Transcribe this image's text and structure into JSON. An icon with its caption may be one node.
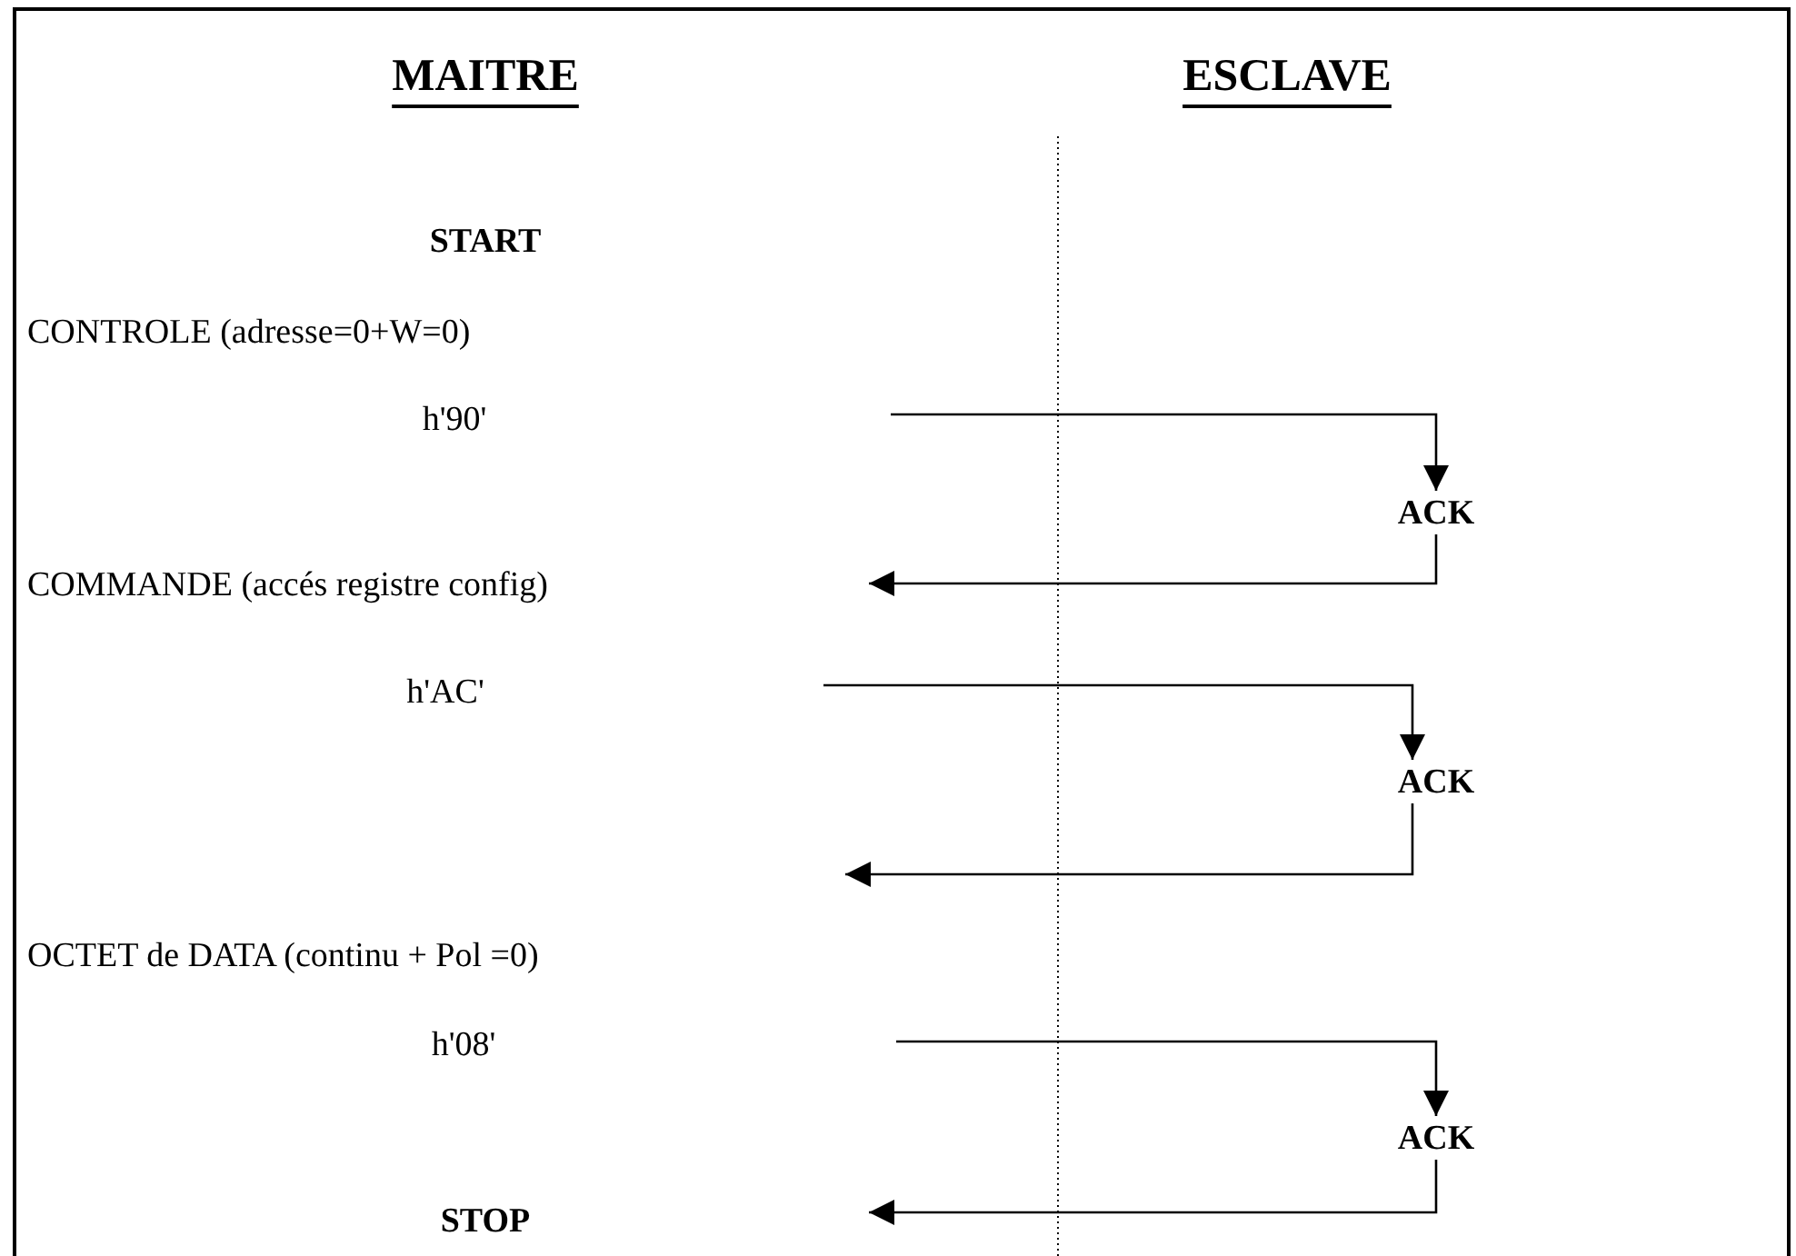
{
  "diagram": {
    "nodes": [
      {
        "text": [
          "ACK"
        ]
      },
      {
        "text": [
          "ACK"
        ]
      },
      {
        "text": [
          "ACK"
        ]
      }
    ],
    "edges": [
      {
        "from": null,
        "to": 0,
        "arrow": "to"
      },
      {
        "from": 0,
        "to": null,
        "arrow": "to"
      },
      {
        "from": null,
        "to": 1,
        "arrow": "to"
      },
      {
        "from": 1,
        "to": null,
        "arrow": "to"
      },
      {
        "from": null,
        "to": 2,
        "arrow": "to"
      },
      {
        "from": 2,
        "to": null,
        "arrow": "to"
      }
    ],
    "labels": [
      "MAITRE",
      "ESCLAVE",
      "START",
      "CONTROLE (adresse=0+W=0)",
      "h'90'",
      "COMMANDE (accés registre config)",
      "h'AC'",
      "OCTET de DATA (continu + Pol =0)",
      "h'08'",
      "STOP"
    ]
  }
}
